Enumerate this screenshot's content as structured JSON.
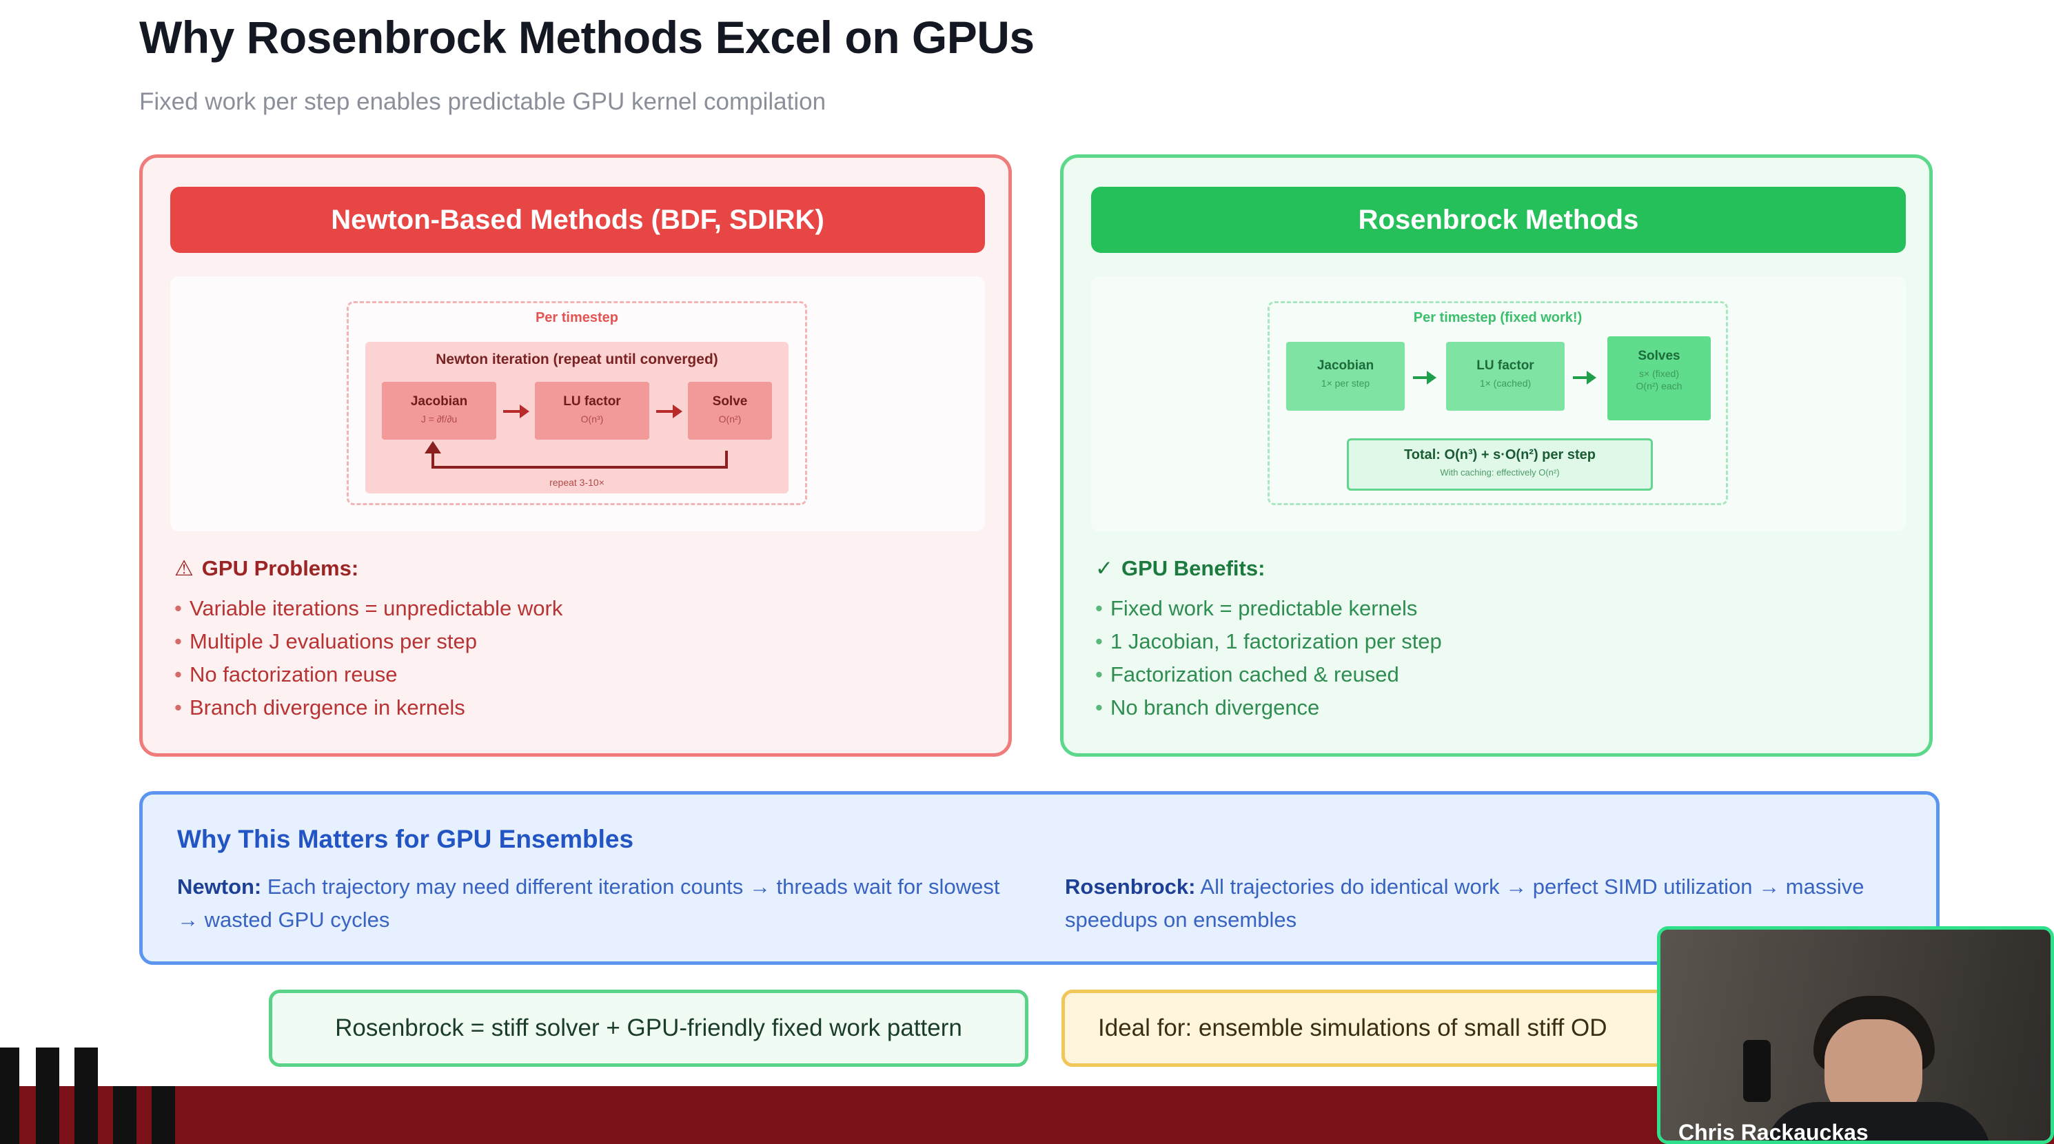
{
  "slide": {
    "title": "Why Rosenbrock Methods Excel on GPUs",
    "subtitle": "Fixed work per step enables predictable GPU kernel compilation"
  },
  "newton": {
    "banner": "Newton-Based Methods (BDF, SDIRK)",
    "diagram": {
      "label": "Per timestep",
      "iteration_title": "Newton iteration (repeat until converged)",
      "steps": [
        {
          "name": "Jacobian",
          "sub": "J = ∂f/∂u"
        },
        {
          "name": "LU factor",
          "sub": "O(n³)"
        },
        {
          "name": "Solve",
          "sub": "O(n²)"
        }
      ],
      "loop_label": "repeat 3-10×"
    },
    "heading": "GPU Problems:",
    "heading_icon": "warning-icon",
    "items": [
      "Variable iterations = unpredictable work",
      "Multiple J evaluations per step",
      "No factorization reuse",
      "Branch divergence in kernels"
    ]
  },
  "rosenbrock": {
    "banner": "Rosenbrock Methods",
    "diagram": {
      "label": "Per timestep (fixed work!)",
      "steps": [
        {
          "name": "Jacobian",
          "sub": "1× per step"
        },
        {
          "name": "LU factor",
          "sub": "1× (cached)"
        },
        {
          "name": "Solves",
          "sub": "s× (fixed)",
          "sub2": "O(n²) each"
        }
      ],
      "total": "Total: O(n³) + s·O(n²) per step",
      "total_note": "With caching: effectively O(n²)"
    },
    "heading": "GPU Benefits:",
    "heading_icon": "checkmark-icon",
    "items": [
      "Fixed work = predictable kernels",
      "1 Jacobian, 1 factorization per step",
      "Factorization cached & reused",
      "No branch divergence"
    ]
  },
  "matters": {
    "title": "Why This Matters for GPU Ensembles",
    "left_label": "Newton:",
    "left_text": " Each trajectory may need different iteration counts → threads wait for slowest → wasted GPU cycles",
    "right_label": "Rosenbrock:",
    "right_text": " All trajectories do identical work → perfect SIMD utilization → massive speedups on ensembles"
  },
  "pills": {
    "left": "Rosenbrock = stiff solver + GPU-friendly fixed work pattern",
    "right": "Ideal for: ensemble simulations of small stiff OD"
  },
  "webcam": {
    "name": "Chris Rackauckas"
  },
  "colors": {
    "newton_accent": "#e84545",
    "rosen_accent": "#25c05a",
    "matters_accent": "#5b95f0",
    "bottom_bar": "#7a1018"
  }
}
